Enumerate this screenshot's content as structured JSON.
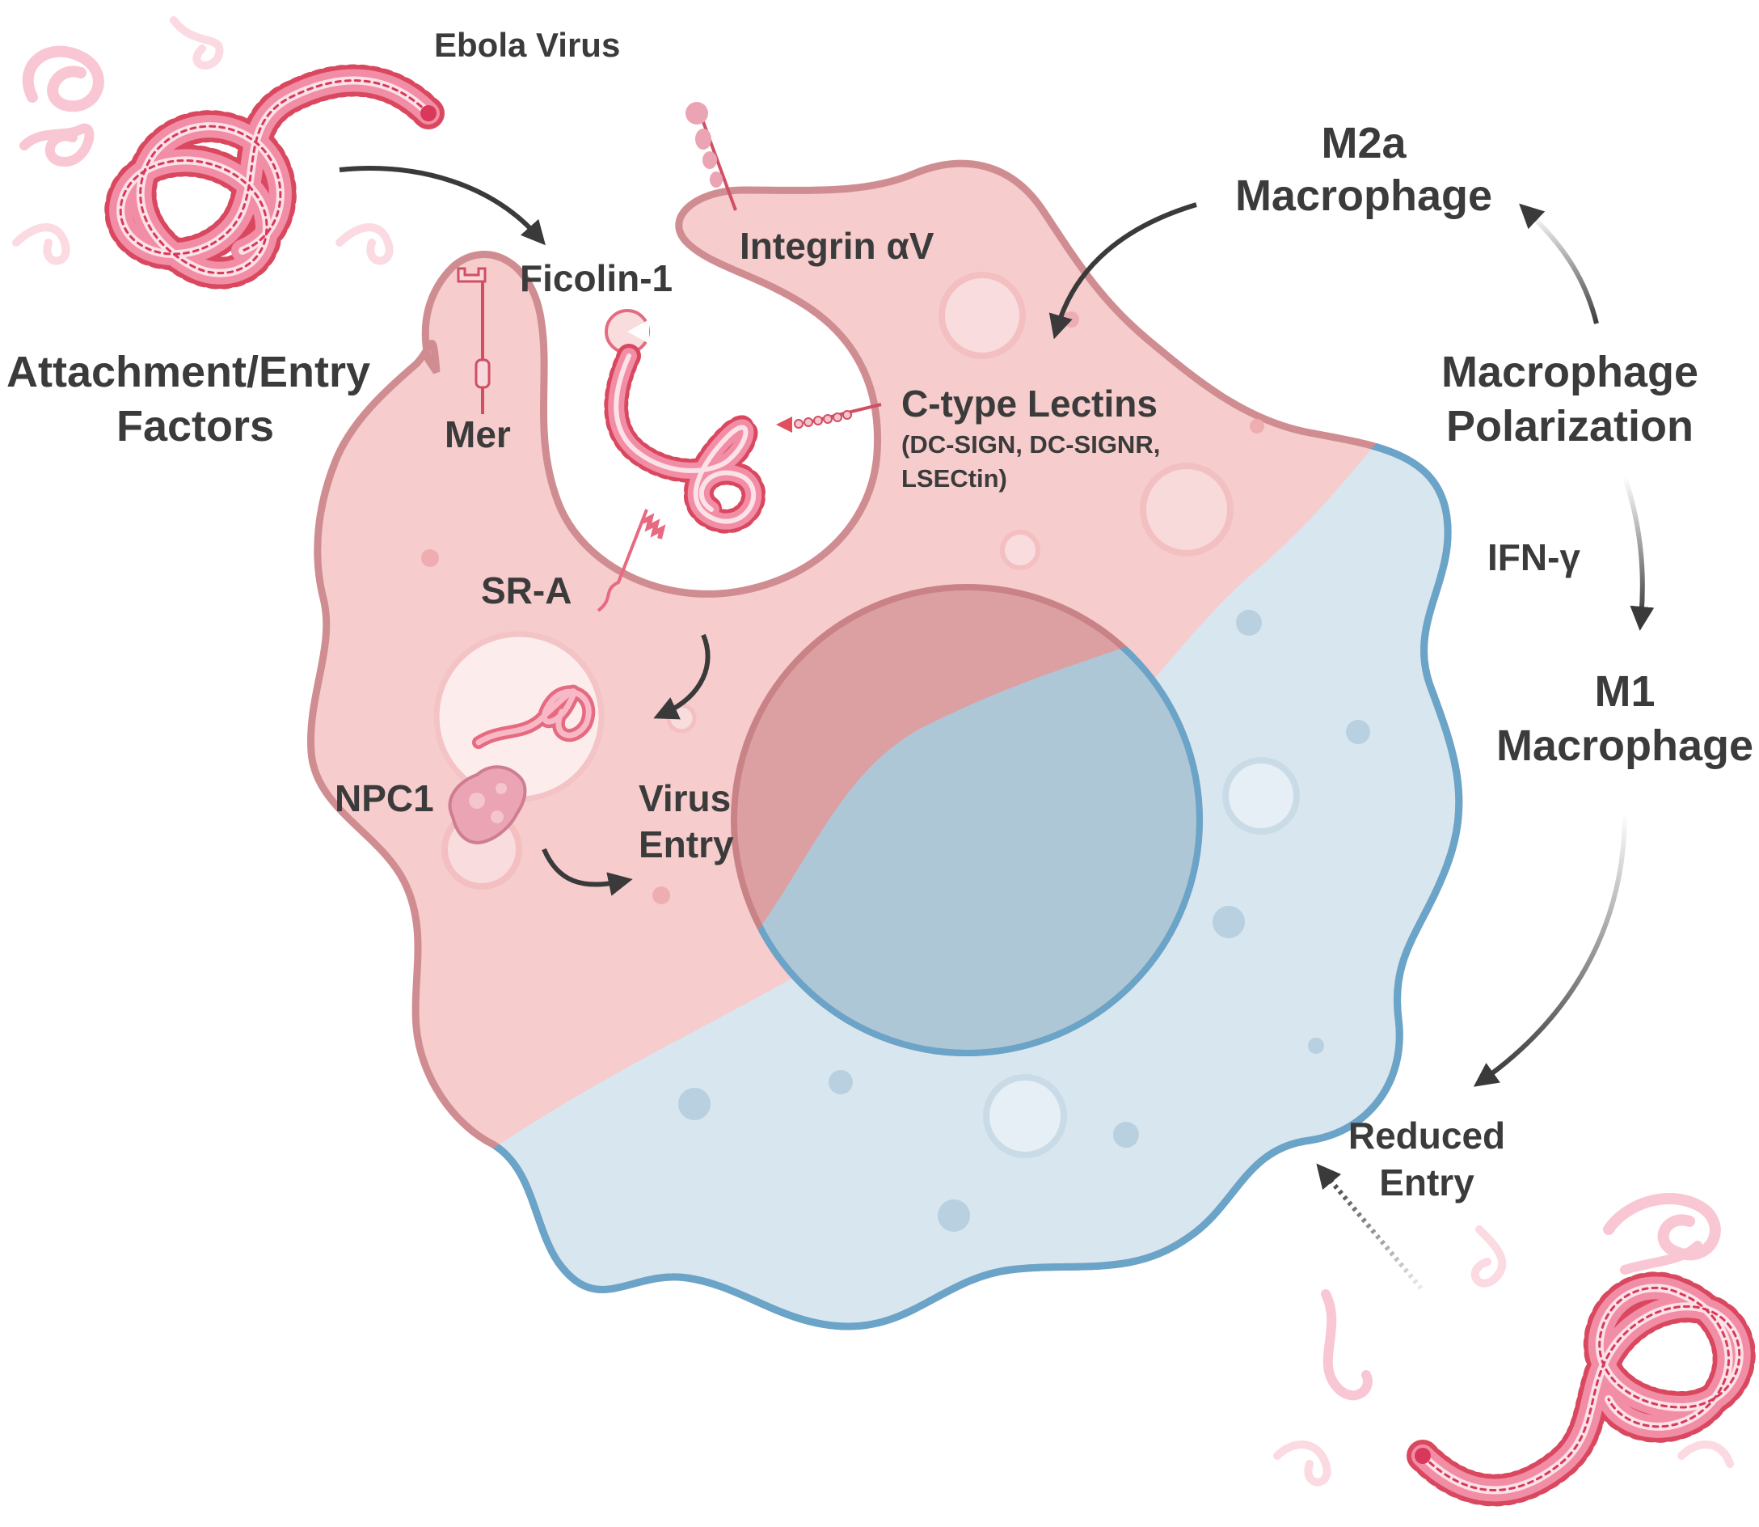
{
  "labels": {
    "ebola_virus": "Ebola Virus",
    "attachment_line1": "Attachment/Entry",
    "attachment_line2": "Factors",
    "ficolin": "Ficolin-1",
    "integrin": "Integrin αV",
    "mer": "Mer",
    "c_type_lectins": "C-type Lectins",
    "lectins_detail_line1": "(DC-SIGN, DC-SIGNR,",
    "lectins_detail_line2": "LSECtin)",
    "sr_a": "SR-A",
    "npc1": "NPC1",
    "virus_entry_line1": "Virus",
    "virus_entry_line2": "Entry",
    "m2a_line1": "M2a",
    "m2a_line2": "Macrophage",
    "polarization_line1": "Macrophage",
    "polarization_line2": "Polarization",
    "ifn": "IFN-γ",
    "m1_line1": "M1",
    "m1_line2": "Macrophage",
    "reduced_line1": "Reduced",
    "reduced_line2": "Entry"
  },
  "colors": {
    "m2_fill": "#f6cccd",
    "m2_stroke": "#d08d91",
    "m1_fill": "#d8e6ef",
    "m1_stroke": "#6aa4c8",
    "nucleus_m2": "#dca0a3",
    "nucleus_m1": "#aec7d6",
    "virus_body": "#f28da6",
    "virus_outline": "#d9485f",
    "spike": "#e0505f",
    "arrow": "#3a3a3a"
  }
}
